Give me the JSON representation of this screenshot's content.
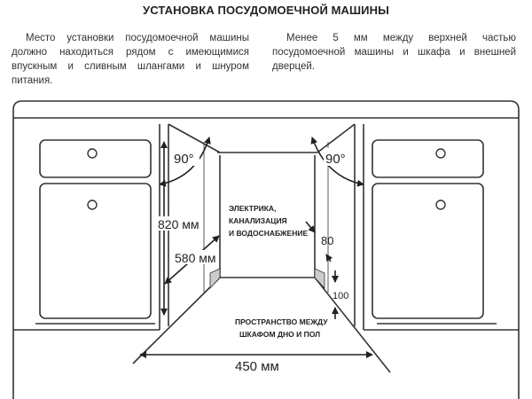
{
  "title": "УСТАНОВКА ПОСУДОМОЕЧНОЙ МАШИНЫ",
  "paragraphs": [
    "Место установки посудомоечной машины должно находиться рядом с имеющимися впускным и сливным шлангами и шнуром питания.",
    "Менее 5 мм между верхней частью посудомоечной машины и шкафа и внешней дверцей."
  ],
  "diagram": {
    "angle_left": "90°",
    "angle_right": "90°",
    "height_label": "820 мм",
    "depth_label": "580 мм",
    "width_label": "450 мм",
    "utilities_label": [
      "ЭЛЕКТРИКА,",
      "КАНАЛИЗАЦИЯ",
      "И ВОДОСНАБЖЕНИЕ"
    ],
    "dim_80": "80",
    "dim_100": "100",
    "floor_gap_label": [
      "ПРОСТРАНСТВО МЕЖДУ",
      "ШКАФОМ ДНО И ПОЛ"
    ]
  }
}
